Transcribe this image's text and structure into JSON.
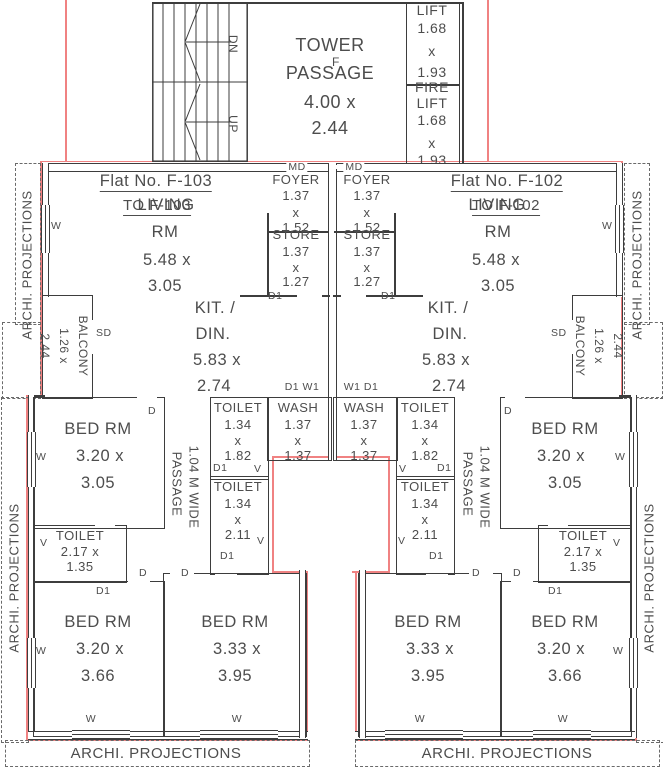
{
  "stairs": {
    "dn": "DN",
    "up": "UP"
  },
  "tower_passage": {
    "name1": "TOWER",
    "name2": "PASSAGE",
    "dim1": "4.00 x",
    "dim2": "2.44",
    "marker": "F"
  },
  "lift": {
    "name": "LIFT",
    "d1": "1.68",
    "x": "x",
    "d2": "1.93"
  },
  "fire_lift": {
    "name1": "FIRE",
    "name2": "LIFT",
    "d1": "1.68",
    "x": "x",
    "d2": "1.93"
  },
  "archi_label": "ARCHI. PROJECTIONS",
  "flats": [
    {
      "no": "Flat No. F-103",
      "to": "TO F-103",
      "living": {
        "l1": "LIVING",
        "l2": "RM",
        "d1": "5.48 x",
        "d2": "3.05"
      },
      "kitchen": {
        "l1": "KIT. /",
        "l2": "DIN.",
        "d1": "5.83 x",
        "d2": "2.74"
      },
      "foyer": {
        "name": "FOYER",
        "d1": "1.37",
        "x": "x",
        "d2": "1.52"
      },
      "store": {
        "name": "STORE",
        "d1": "1.37",
        "x": "x",
        "d2": "1.27"
      },
      "balcony": {
        "name": "BALCONY",
        "d1": "1.26 x",
        "d2": "2.44"
      },
      "bed1": {
        "name": "BED RM",
        "d1": "3.20 x",
        "d2": "3.05"
      },
      "bed2": {
        "name": "BED RM",
        "d1": "3.20 x",
        "d2": "3.66"
      },
      "bed3": {
        "name": "BED RM",
        "d1": "3.33 x",
        "d2": "3.95"
      },
      "toilet_main": {
        "name": "TOILET",
        "d1": "2.17 x",
        "d2": "1.35"
      },
      "toilet_a": {
        "name": "TOILET",
        "d1": "1.34",
        "x": "x",
        "d2": "1.82"
      },
      "toilet_b": {
        "name": "TOILET",
        "d1": "1.34",
        "x": "x",
        "d2": "2.11"
      },
      "wash": {
        "name": "WASH",
        "d1": "1.37",
        "x": "x",
        "d2": "1.37"
      },
      "passage": {
        "l1": "1.04 M WIDE",
        "l2": "PASSAGE"
      },
      "labels": {
        "md": "MD",
        "d": "D",
        "d1": "D1",
        "sd": "SD",
        "v": "V",
        "w": "W",
        "wash_doors": "D1 W1"
      }
    },
    {
      "no": "Flat No. F-102",
      "to": "TO F-102",
      "living": {
        "l1": "LIVING",
        "l2": "RM",
        "d1": "5.48 x",
        "d2": "3.05"
      },
      "kitchen": {
        "l1": "KIT. /",
        "l2": "DIN.",
        "d1": "5.83 x",
        "d2": "2.74"
      },
      "foyer": {
        "name": "FOYER",
        "d1": "1.37",
        "x": "x",
        "d2": "1.52"
      },
      "store": {
        "name": "STORE",
        "d1": "1.37",
        "x": "x",
        "d2": "1.27"
      },
      "balcony": {
        "name": "BALCONY",
        "d1": "1.26 x",
        "d2": "2.44"
      },
      "bed1": {
        "name": "BED RM",
        "d1": "3.20 x",
        "d2": "3.05"
      },
      "bed2": {
        "name": "BED RM",
        "d1": "3.20 x",
        "d2": "3.66"
      },
      "bed3": {
        "name": "BED RM",
        "d1": "3.33 x",
        "d2": "3.95"
      },
      "toilet_main": {
        "name": "TOILET",
        "d1": "2.17 x",
        "d2": "1.35"
      },
      "toilet_a": {
        "name": "TOILET",
        "d1": "1.34",
        "x": "x",
        "d2": "1.82"
      },
      "toilet_b": {
        "name": "TOILET",
        "d1": "1.34",
        "x": "x",
        "d2": "2.11"
      },
      "wash": {
        "name": "WASH",
        "d1": "1.37",
        "x": "x",
        "d2": "1.37"
      },
      "passage": {
        "l1": "1.04 M WIDE",
        "l2": "PASSAGE"
      },
      "labels": {
        "md": "MD",
        "d": "D",
        "d1": "D1",
        "sd": "SD",
        "v": "V",
        "w": "W",
        "wash_doors": "W1 D1"
      }
    }
  ],
  "colors": {
    "line": "#3d3d3d",
    "red": "#f08282",
    "text": "#4d4d4d"
  }
}
